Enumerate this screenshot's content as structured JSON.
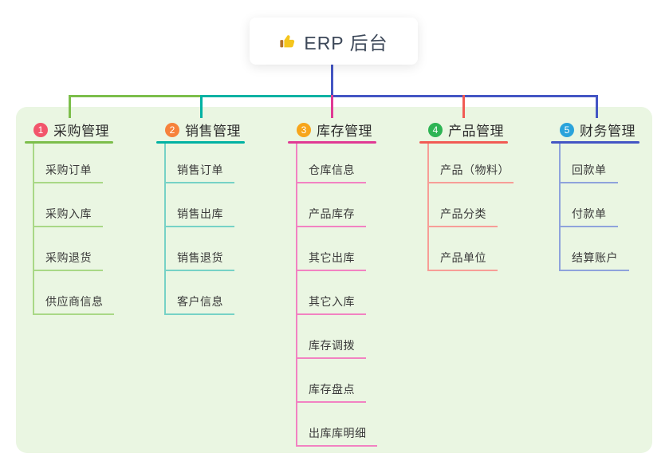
{
  "root": {
    "title": "ERP 后台",
    "icon": "thumbs-up-icon",
    "line_color": "#4456c4"
  },
  "colors": {
    "background": "#ffffff",
    "panel_background": "#eaf6e2",
    "root_text": "#3d4859",
    "title_text": "#2d2d2d",
    "item_text": "#3a3a3a"
  },
  "branches": [
    {
      "index": "1",
      "title": "采购管理",
      "badge_color": "#f2556b",
      "line_color": "#7cbe4b",
      "sub_line_color": "#a9d886",
      "items": [
        "采购订单",
        "采购入库",
        "采购退货",
        "供应商信息"
      ]
    },
    {
      "index": "2",
      "title": "销售管理",
      "badge_color": "#f6823c",
      "line_color": "#00b2a3",
      "sub_line_color": "#76d2c6",
      "items": [
        "销售订单",
        "销售出库",
        "销售退货",
        "客户信息"
      ]
    },
    {
      "index": "3",
      "title": "库存管理",
      "badge_color": "#f7a51b",
      "line_color": "#e03a94",
      "sub_line_color": "#f282c2",
      "items": [
        "仓库信息",
        "产品库存",
        "其它出库",
        "其它入库",
        "库存调拨",
        "库存盘点",
        "出库库明细"
      ]
    },
    {
      "index": "4",
      "title": "产品管理",
      "badge_color": "#2eb454",
      "line_color": "#f15b54",
      "sub_line_color": "#f79d97",
      "items": [
        "产品（物料）",
        "产品分类",
        "产品单位"
      ]
    },
    {
      "index": "5",
      "title": "财务管理",
      "badge_color": "#2aa3db",
      "line_color": "#4456c4",
      "sub_line_color": "#8fa3dc",
      "items": [
        "回款单",
        "付款单",
        "结算账户"
      ]
    }
  ]
}
